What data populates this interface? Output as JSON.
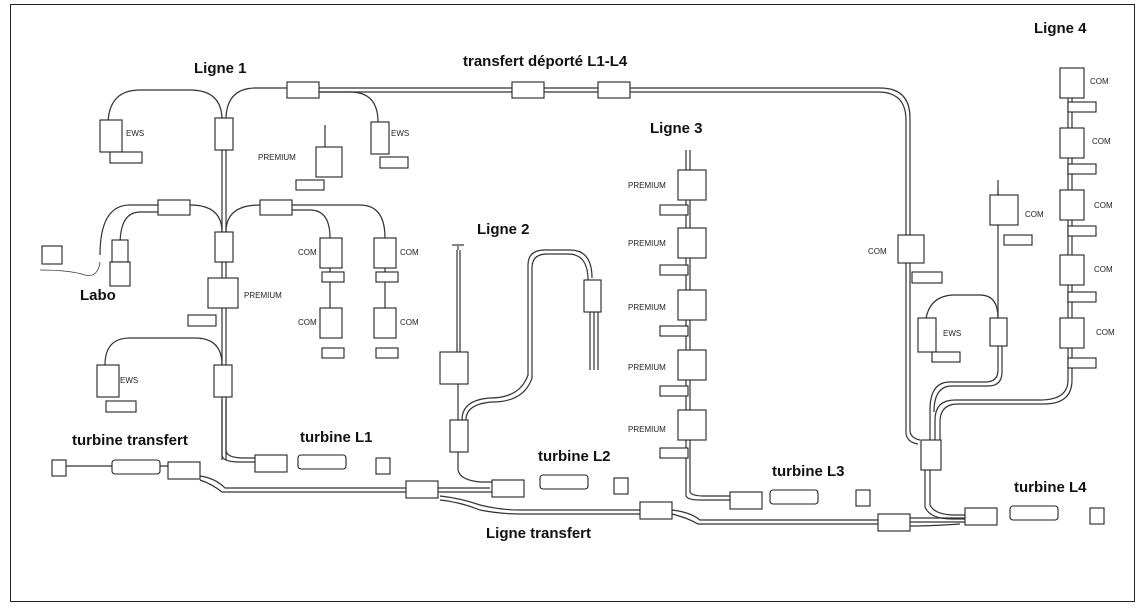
{
  "labels": {
    "ligne1": "Ligne 1",
    "transfert_deporte": "transfert déporté L1-L4",
    "ligne4": "Ligne 4",
    "ligne3": "Ligne 3",
    "ligne2": "Ligne 2",
    "labo": "Labo",
    "turbine_transfert": "turbine transfert",
    "turbine_l1": "turbine L1",
    "turbine_l2": "turbine L2",
    "turbine_l3": "turbine L3",
    "turbine_l4": "turbine L4",
    "ligne_transfert": "Ligne transfert"
  },
  "device_text": {
    "ews": "EWS",
    "premium": "PREMIUM",
    "com": "COM"
  }
}
